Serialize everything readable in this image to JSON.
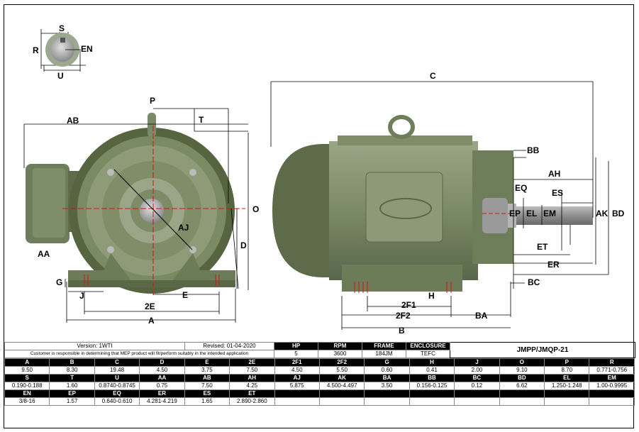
{
  "dimension_labels": {
    "S": "S",
    "R": "R",
    "EN": "EN",
    "U": "U",
    "P": "P",
    "T": "T",
    "AB": "AB",
    "O": "O",
    "AJ": "AJ",
    "D": "D",
    "AA": "AA",
    "G": "G",
    "J": "J",
    "E": "E",
    "2E": "2E",
    "A": "A",
    "C": "C",
    "BB": "BB",
    "AH": "AH",
    "EQ": "EQ",
    "ES": "ES",
    "EP": "EP",
    "EL": "EL",
    "EM": "EM",
    "AK": "AK",
    "BD": "BD",
    "ET": "ET",
    "ER": "ER",
    "BC": "BC",
    "H": "H",
    "2F1": "2F1",
    "2F2": "2F2",
    "BA": "BA",
    "B": "B"
  },
  "info": {
    "version": "Version: 1WTI",
    "revised": "Revised: 01-04-2020",
    "disclaimer": "Customer is responsible in determining that MEP product will fit/perform suitably in the intended application",
    "model": "JMPP/JMQP-21",
    "spec_headers": [
      "HP",
      "RPM",
      "FRAME",
      "ENCLOSURE"
    ],
    "spec_values": [
      "5",
      "3600",
      "184JM",
      "TEFC"
    ]
  },
  "dim_rows": [
    {
      "headers": [
        "A",
        "B",
        "C",
        "D",
        "E",
        "2E",
        "2F1",
        "2F2",
        "G",
        "H",
        "J",
        "O",
        "P",
        "R"
      ],
      "values": [
        "9.50",
        "8.30",
        "19.48",
        "4.50",
        "3.75",
        "7.50",
        "4.50",
        "5.50",
        "0.60",
        "0.41",
        "2.00",
        "9.10",
        "8.70",
        "0.771-0.756"
      ]
    },
    {
      "headers": [
        "S",
        "T",
        "U",
        "AA",
        "AB",
        "AH",
        "AJ",
        "AK",
        "BA",
        "BB",
        "BC",
        "BD",
        "EL",
        "EM"
      ],
      "values": [
        "0.190-0.188",
        "1.60",
        "0.8740-0.8745",
        "0.75",
        "7.50",
        "4.25",
        "5.875",
        "4.500-4.497",
        "3.50",
        "0.156-0.125",
        "0.12",
        "6.62",
        "1.250-1.248",
        "1.00-0.9995"
      ]
    },
    {
      "headers": [
        "EN",
        "EP",
        "EQ",
        "ER",
        "ES",
        "ET",
        "",
        "",
        "",
        "",
        "",
        "",
        "",
        ""
      ],
      "values": [
        "3/8-16",
        "1.57",
        "0.640-0.610",
        "4.281-4.219",
        "1.65",
        "2.890-2.860",
        "",
        "",
        "",
        "",
        "",
        "",
        "",
        ""
      ]
    }
  ]
}
